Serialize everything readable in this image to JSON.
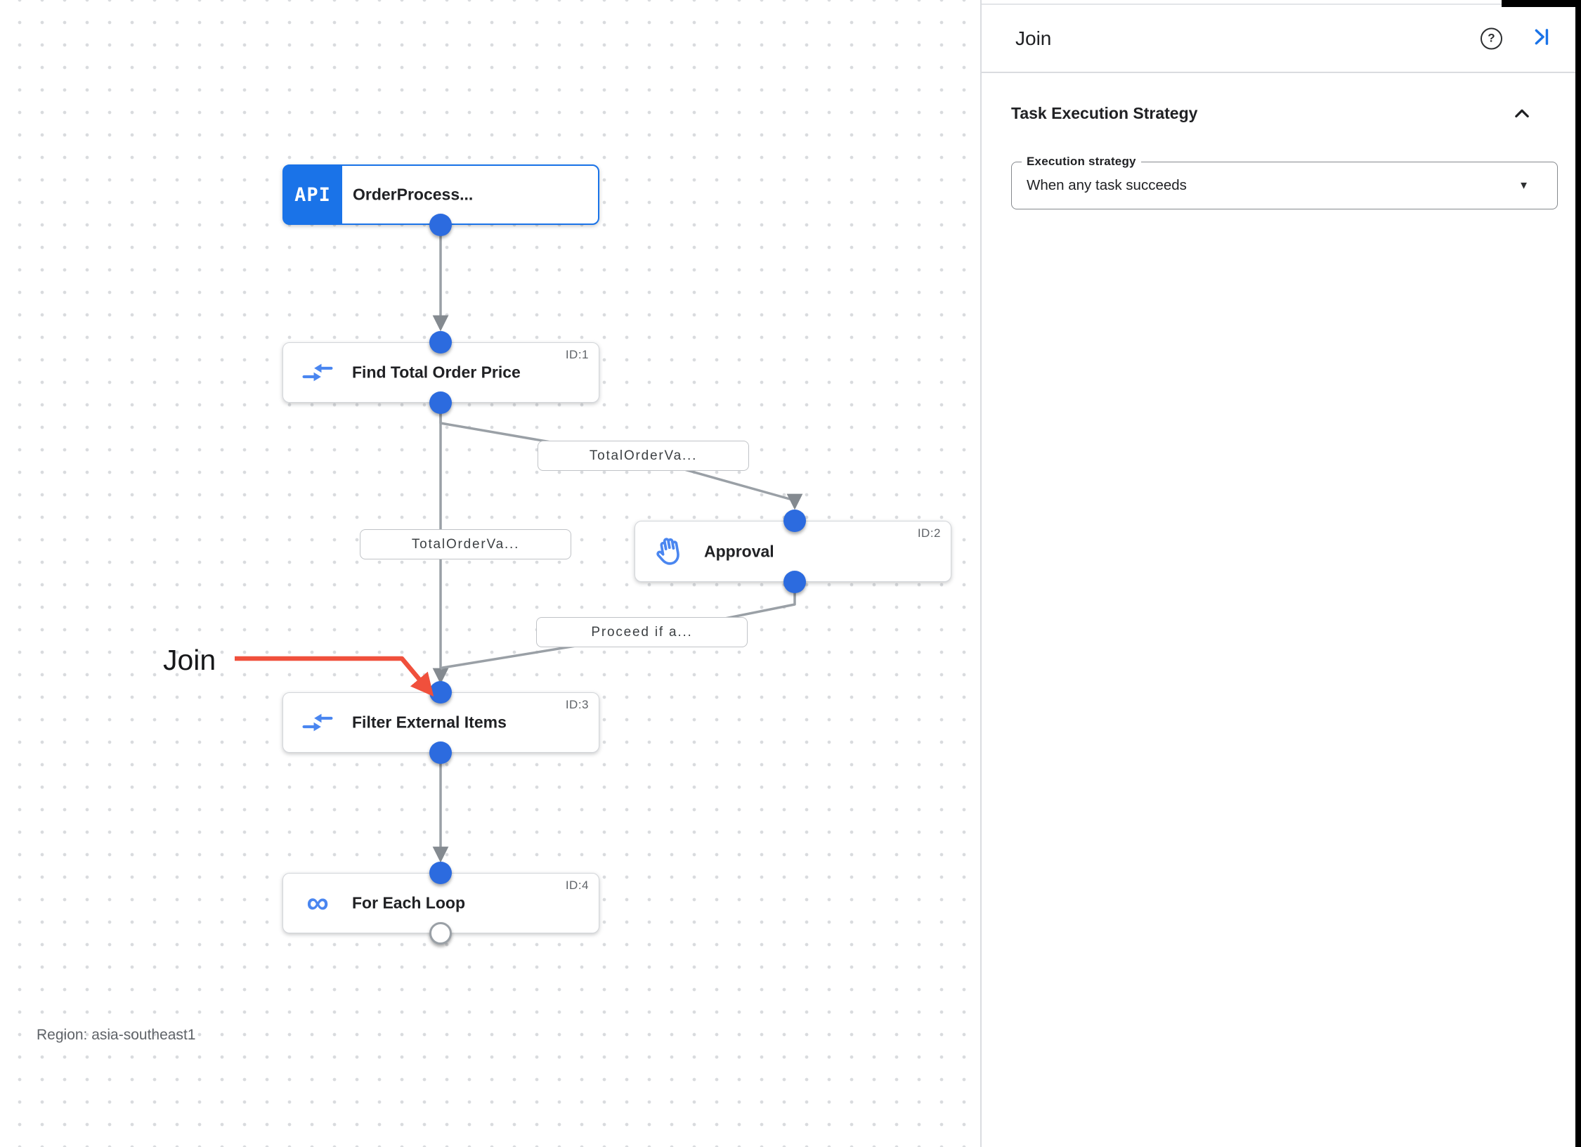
{
  "canvas": {
    "region_label": "Region: asia-southeast1",
    "annotation": {
      "label": "Join"
    },
    "nodes": [
      {
        "title": "OrderProcess...",
        "badge": "API",
        "kind": "api-trigger"
      },
      {
        "title": "Find Total Order Price",
        "id_label": "ID:1",
        "icon": "data-mapping-icon"
      },
      {
        "title": "Approval",
        "id_label": "ID:2",
        "icon": "hand-icon"
      },
      {
        "title": "Filter External Items",
        "id_label": "ID:3",
        "icon": "data-mapping-icon"
      },
      {
        "title": "For Each Loop",
        "id_label": "ID:4",
        "icon": "loop-icon",
        "loop_glyph": "∞"
      }
    ],
    "edge_labels": [
      {
        "text": "TotalOrderVa..."
      },
      {
        "text": "TotalOrderVa..."
      },
      {
        "text": "Proceed if a..."
      }
    ]
  },
  "panel": {
    "title": "Join",
    "help_icon_glyph": "?",
    "section": {
      "title": "Task Execution Strategy"
    },
    "field": {
      "label": "Execution strategy",
      "value": "When any task succeeds",
      "caret": "▼"
    }
  },
  "colors": {
    "accent_blue": "#1a73e8",
    "connector_blue": "#2c6bdf",
    "icon_blue": "#4a86f0",
    "edge_gray": "#9aa0a6",
    "arrowhead_gray": "#848a90",
    "annotation_red": "#f0503c"
  }
}
